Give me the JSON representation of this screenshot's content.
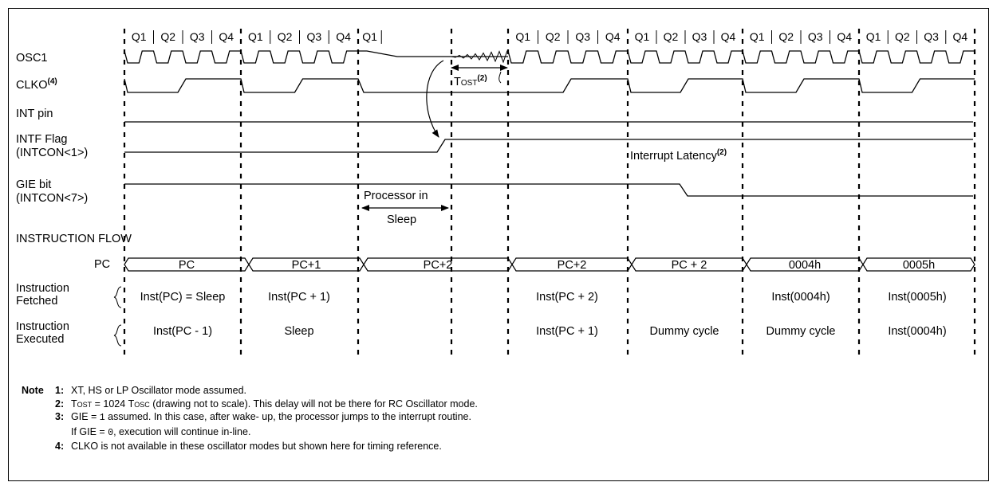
{
  "q_labels": [
    "Q1",
    "Q2",
    "Q3",
    "Q4"
  ],
  "signals": {
    "osc1": "OSC1",
    "clko": "CLKO",
    "clko_note": "(4)",
    "int_pin": "INT pin",
    "intf_line1": "INTF Flag",
    "intf_line2": "(INTCON<1>)",
    "gie_line1": "GIE bit",
    "gie_line2": "(INTCON<7>)"
  },
  "annotations": {
    "tost": "Tost",
    "tost_note": "(2)",
    "interrupt_latency": "Interrupt Latency",
    "interrupt_latency_note": "(2)",
    "processor_in": "Processor in",
    "sleep": "Sleep"
  },
  "instruction_flow": {
    "title": "INSTRUCTION FLOW",
    "pc_label": "PC",
    "pc_values": [
      "PC",
      "PC+1",
      "PC+2",
      "PC+2",
      "PC + 2",
      "0004h",
      "0005h"
    ],
    "fetched_label_1": "Instruction",
    "fetched_label_2": "Fetched",
    "executed_label_1": "Instruction",
    "executed_label_2": "Executed",
    "fetched": [
      "Inst(PC) = Sleep",
      "Inst(PC + 1)",
      "",
      "Inst(PC + 2)",
      "",
      "Inst(0004h)",
      "Inst(0005h)"
    ],
    "executed": [
      "Inst(PC - 1)",
      "Sleep",
      "",
      "Inst(PC + 1)",
      "Dummy cycle",
      "Dummy cycle",
      "Inst(0004h)"
    ]
  },
  "notes": {
    "title": "Note",
    "items": [
      {
        "num": "1:",
        "text": "XT, HS or LP Oscillator mode assumed."
      },
      {
        "num": "2:",
        "pre": "Tost",
        "text": " = 1024 ",
        "tosc": "Tosc",
        "text2": " (drawing not to scale). This delay will not be there for RC Oscillator mode."
      },
      {
        "num": "3:",
        "pre": "GIE = ",
        "code": "1",
        "text": " assumed. In this case, after wake- up, the processor jumps to the interrupt routine."
      },
      {
        "num": "",
        "pre": "If GIE = ",
        "code": "0",
        "text": ", execution will continue in-line."
      },
      {
        "num": "4:",
        "text": "CLKO is not available in these oscillator modes but shown here for timing reference."
      }
    ]
  }
}
